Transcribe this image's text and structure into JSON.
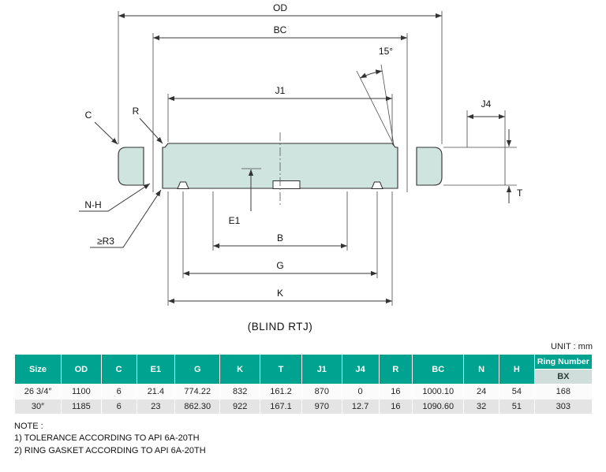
{
  "diagram": {
    "caption": "(BLIND RTJ)",
    "labels": {
      "od": "OD",
      "bc": "BC",
      "angle": "15°",
      "j1": "J1",
      "j4": "J4",
      "c": "C",
      "r": "R",
      "n_h": "N-H",
      "r3": "≥R3",
      "e1": "E1",
      "b": "B",
      "g": "G",
      "k": "K",
      "t": "T"
    }
  },
  "table": {
    "unit_label": "UNIT : mm",
    "headers": [
      "Size",
      "OD",
      "C",
      "E1",
      "G",
      "K",
      "T",
      "J1",
      "J4",
      "R",
      "BC",
      "N",
      "H"
    ],
    "ring_header": "Ring Number",
    "ring_sub_header": "BX",
    "rows": [
      [
        "26 3/4″",
        "1100",
        "6",
        "21.4",
        "774.22",
        "832",
        "161.2",
        "870",
        "0",
        "16",
        "1000.10",
        "24",
        "54",
        "168"
      ],
      [
        "30″",
        "1185",
        "6",
        "23",
        "862.30",
        "922",
        "167.1",
        "970",
        "12.7",
        "16",
        "1090.60",
        "32",
        "51",
        "303"
      ]
    ]
  },
  "notes": {
    "title": "NOTE :",
    "items": [
      "1) TOLERANCE ACCORDING TO API 6A-20TH",
      "2) RING GASKET ACCORDING TO API 6A-20TH"
    ]
  },
  "colors": {
    "header_bg": "#00a390",
    "flange_fill": "#cfe3df",
    "bx_bg": "#cfdeda",
    "row_alt_bg": "#e4e4e4"
  }
}
